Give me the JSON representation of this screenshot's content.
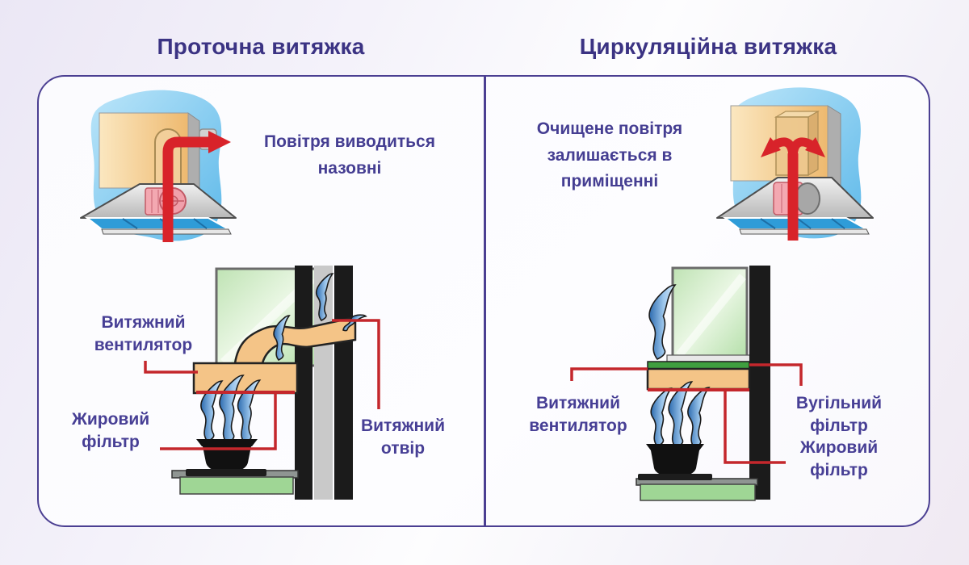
{
  "left_panel": {
    "title": "Проточна витяжка",
    "description": "Повітря виводиться назовні",
    "labels": {
      "fan": "Витяжний вентилятор",
      "grease_filter": "Жировий фільтр",
      "exhaust_opening": "Витяжний отвір"
    }
  },
  "right_panel": {
    "title": "Циркуляційна витяжка",
    "description": "Очищене повітря залишається в приміщенні",
    "labels": {
      "fan": "Витяжний вентилятор",
      "carbon_filter": "Вугільний фільтр",
      "grease_filter": "Жировий фільтр"
    }
  },
  "colors": {
    "title_text": "#3b3383",
    "label_text": "#473f95",
    "panel_border": "#4b3f92",
    "arrow_red": "#d8232a",
    "connector_red": "#c4272c",
    "duct_tan": "#f4c487",
    "wall_black": "#1b1b1b",
    "window_green": "#c8e6bd",
    "floor_green": "#9fd695",
    "carbon_filter_green": "#3f9e3f",
    "smoke_blue": "#4a85c4",
    "hood_filter_blue": "#2f9cd8",
    "fan_pink": "#f3a8b1",
    "wall_backdrop_blue": "#6fc3ee"
  }
}
